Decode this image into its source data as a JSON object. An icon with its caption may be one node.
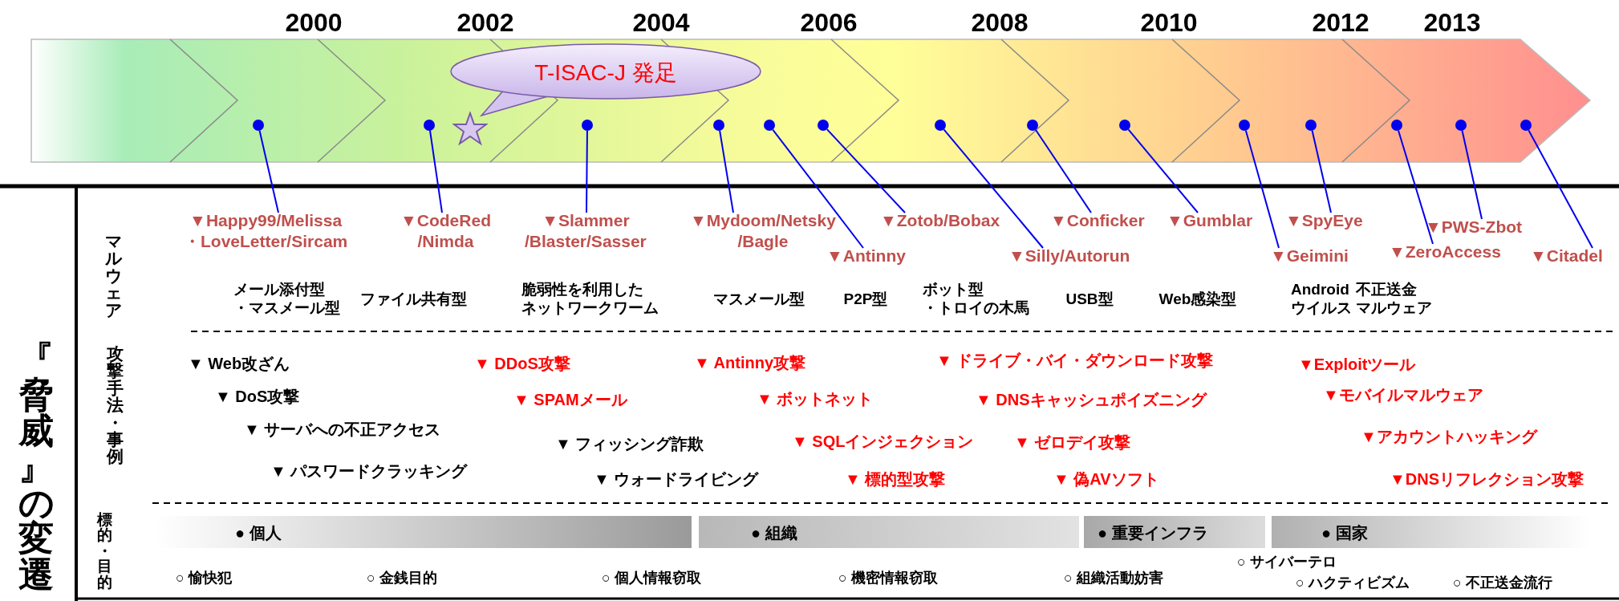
{
  "diagram": {
    "nodes": [
      {
        "text": [
          "T-ISAC-J 発足"
        ]
      },
      {
        "text": [],
        "shape": "circle"
      },
      {
        "text": [],
        "shape": "circle"
      },
      {
        "text": [],
        "shape": "circle"
      },
      {
        "text": [],
        "shape": "circle"
      },
      {
        "text": [],
        "shape": "circle"
      },
      {
        "text": [],
        "shape": "circle"
      },
      {
        "text": [],
        "shape": "circle"
      },
      {
        "text": [],
        "shape": "circle"
      },
      {
        "text": [],
        "shape": "circle"
      },
      {
        "text": [],
        "shape": "circle"
      },
      {
        "text": [],
        "shape": "circle"
      },
      {
        "text": [],
        "shape": "circle"
      },
      {
        "text": [],
        "shape": "circle"
      },
      {
        "text": [],
        "shape": "circle"
      },
      {
        "text": [
          "▼Happy99/Melissa ・LoveLetter/Sircam"
        ]
      },
      {
        "text": [
          "▼CodeRed /Nimda"
        ]
      },
      {
        "text": [
          "▼Slammer /Blaster/Sasser"
        ]
      },
      {
        "text": [
          "▼Mydoom/Netsky /Bagle"
        ]
      },
      {
        "text": [
          "▼Antinny"
        ]
      },
      {
        "text": [
          "▼Zotob/Bobax"
        ]
      },
      {
        "text": [
          "▼Silly/Autorun"
        ]
      },
      {
        "text": [
          "▼Conficker"
        ]
      },
      {
        "text": [
          "▼Gumblar"
        ]
      },
      {
        "text": [
          "▼Geimini"
        ]
      },
      {
        "text": [
          "▼SpyEye"
        ]
      },
      {
        "text": [
          "▼ZeroAccess"
        ]
      },
      {
        "text": [
          "▼PWS-Zbot"
        ]
      },
      {
        "text": [
          "▼Citadel"
        ]
      },
      {
        "text": [
          "● 個人"
        ]
      },
      {
        "text": [
          "● 組織"
        ]
      },
      {
        "text": [
          "● 重要インフラ"
        ]
      },
      {
        "text": [
          "● 国家"
        ]
      }
    ],
    "edges": [
      {
        "from": 1,
        "to": 15,
        "arrow": "none"
      },
      {
        "from": 2,
        "to": 16,
        "arrow": "none"
      },
      {
        "from": 3,
        "to": 17,
        "arrow": "none"
      },
      {
        "from": 4,
        "to": 18,
        "arrow": "none"
      },
      {
        "from": 5,
        "to": 19,
        "arrow": "none"
      },
      {
        "from": 6,
        "to": 20,
        "arrow": "none"
      },
      {
        "from": 7,
        "to": 21,
        "arrow": "none"
      },
      {
        "from": 8,
        "to": 22,
        "arrow": "none"
      },
      {
        "from": 9,
        "to": 23,
        "arrow": "none"
      },
      {
        "from": 10,
        "to": 24,
        "arrow": "none"
      },
      {
        "from": 11,
        "to": 25,
        "arrow": "none"
      },
      {
        "from": 12,
        "to": 26,
        "arrow": "none"
      },
      {
        "from": 13,
        "to": 27,
        "arrow": "none"
      },
      {
        "from": 14,
        "to": 28,
        "arrow": "none"
      }
    ],
    "labels": [
      "2000",
      "2002",
      "2004",
      "2006",
      "2008",
      "2010",
      "2012",
      "2013",
      "『脅威』の変遷",
      "マルウェア",
      "メール添付型・マスメール型",
      "ファイル共有型",
      "脆弱性を利用したネットワークワーム",
      "マスメール型",
      "P2P型",
      "ボット型・トロイの木馬",
      "USB型",
      "Web感染型",
      "Android ウイルス",
      "不正送金マルウェア",
      "攻撃手法・事例",
      "▼ Web改ざん",
      "▼ DDoS攻撃",
      "▼ Antinny攻撃",
      "▼ ドライブ・バイ・ダウンロード攻撃",
      "▼Exploitツール",
      "▼ DoS攻撃",
      "▼ SPAMメール",
      "▼ ボットネット",
      "▼ DNSキャッシュポイズニング",
      "▼モバイルマルウェア",
      "▼ サーバへの不正アクセス",
      "▼ フィッシング詐欺",
      "▼ SQLインジェクション",
      "▼ ゼロデイ攻撃",
      "▼アカウントハッキング",
      "▼ パスワードクラッキング",
      "▼ ウォードライビング",
      "▼ 標的型攻撃",
      "▼ 偽AVソフト",
      "▼DNSリフレクション攻撃",
      "標的・目的",
      "○ 愉快犯",
      "○ 金銭目的",
      "○ 個人情報窃取",
      "○ 機密情報窃取",
      "○ 組織活動妨害",
      "○ サイバーテロ",
      "○ ハクティビズム",
      "○ 不正送金流行"
    ]
  }
}
